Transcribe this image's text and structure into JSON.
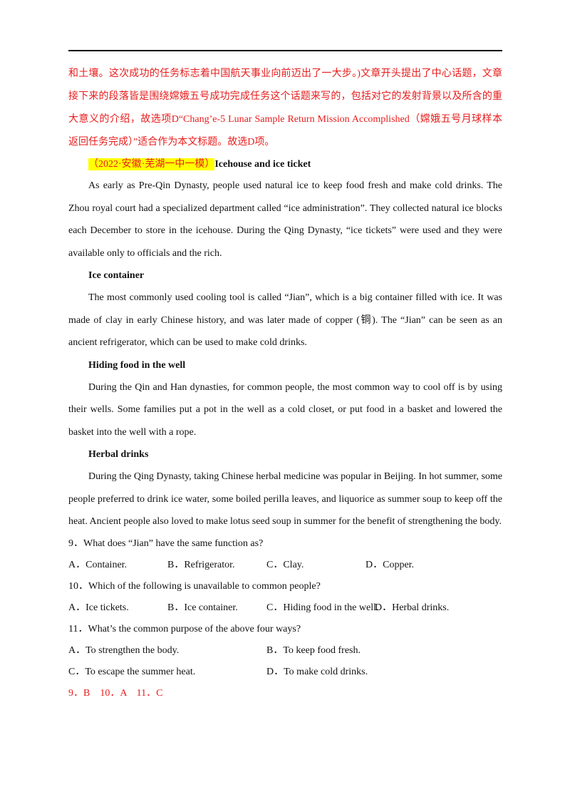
{
  "answer_explanation": "和土壤。这次成功的任务标志着中国航天事业向前迈出了一大步。)文章开头提出了中心话题，文章接下来的段落皆是围绕嫦娥五号成功完成任务这个话题来写的，包括对它的发射背景以及所含的重大意义的介绍，故选项D“Chang’e-5 Lunar Sample Return Mission Accomplished（嫦娥五号月球样本返回任务完成）”适合作为本文标题。故选D项。",
  "source_tag": "（2022·安徽·芜湖一中一模）",
  "article": {
    "title": "Icehouse and ice ticket",
    "para1": "As early as Pre-Qin Dynasty, people used natural ice to keep food fresh and make cold drinks. The Zhou royal court had a specialized department called “ice administration”. They collected natural ice blocks each December to store in the icehouse. During the Qing Dynasty, “ice tickets” were used and they were available only to officials and the rich.",
    "heading2": "Ice container",
    "para2": "The most commonly used cooling tool is called “Jian”, which is a big container filled with ice. It was made of clay in early Chinese history, and was later made of copper (铜). The “Jian” can be seen as an ancient refrigerator, which can be used to make cold drinks.",
    "heading3": "Hiding food in the well",
    "para3": "During the Qin and Han dynasties, for common people, the most common way to cool off is by using their wells. Some families put a pot in the well as a cold closet, or put food in a basket and lowered the basket into the well with a rope.",
    "heading4": "Herbal drinks",
    "para4": "During the Qing Dynasty, taking Chinese herbal medicine was popular in Beijing. In hot summer, some people preferred to drink ice water, some boiled perilla leaves, and liquorice as summer soup to keep off the heat. Ancient people also loved to make lotus seed soup in summer for the benefit of strengthening the body."
  },
  "questions": [
    {
      "stem": "9．What does “Jian” have the same function as?",
      "options": [
        "A．Container.",
        "B．Refrigerator.",
        "C．Clay.",
        "D．Copper."
      ]
    },
    {
      "stem": "10．Which of the following is unavailable to common people?",
      "options": [
        "A．Ice tickets.",
        "B．Ice container.",
        "C．Hiding food in the well.",
        "D．Herbal drinks."
      ]
    },
    {
      "stem": "11．What’s the common purpose of the above four ways?",
      "options": [
        "A．To strengthen the body.",
        "B．To keep food fresh.",
        "C．To escape the summer heat.",
        "D．To make cold drinks."
      ]
    }
  ],
  "answers": "9．B　10．A　11．C"
}
